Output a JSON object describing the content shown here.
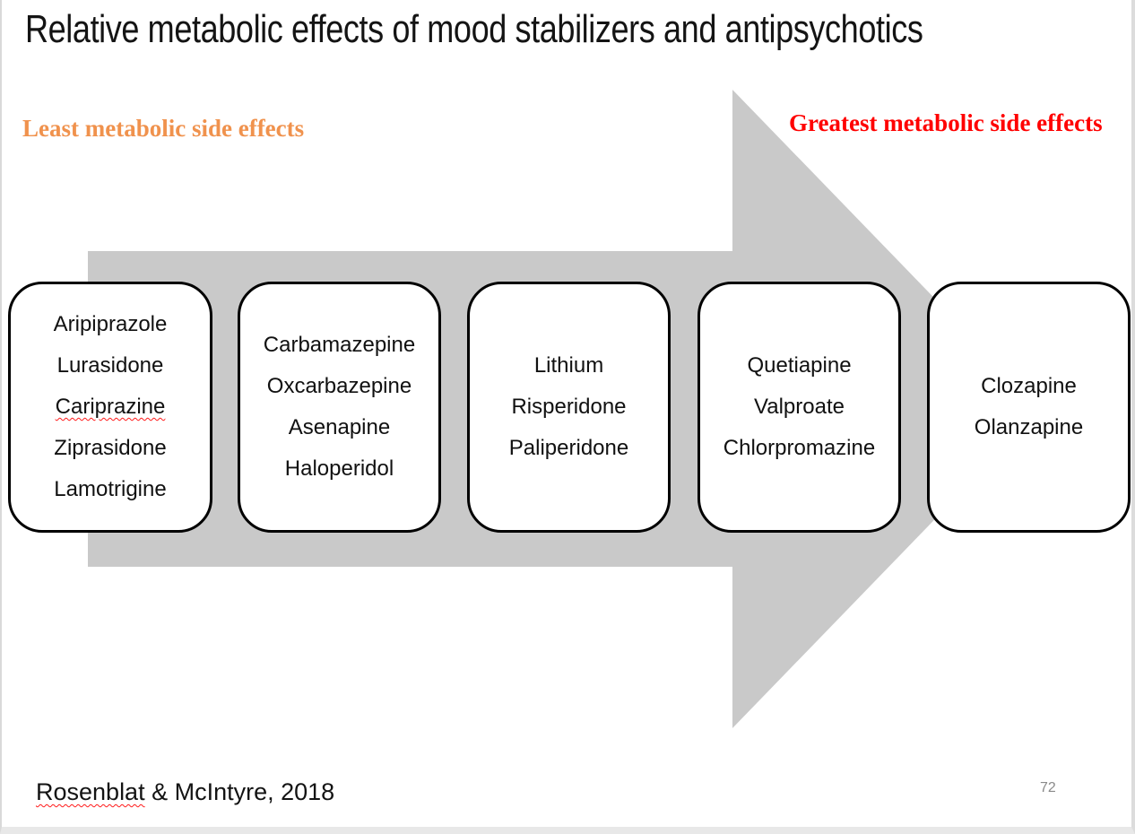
{
  "slide": {
    "title": "Relative metabolic effects of mood stabilizers and antipsychotics",
    "page_number": "72"
  },
  "labels": {
    "least": {
      "text": "Least metabolic side effects",
      "color": "#F0924D"
    },
    "greatest": {
      "text": "Greatest metabolic side effects",
      "color": "#FF0000"
    }
  },
  "arrow": {
    "shape": "right-arrow",
    "color": "#C9C9C9"
  },
  "groups": [
    {
      "drugs": [
        "Aripiprazole",
        "Lurasidone",
        "Cariprazine",
        "Ziprasidone",
        "Lamotrigine"
      ]
    },
    {
      "drugs": [
        "Carbamazepine",
        "Oxcarbazepine",
        "Asenapine",
        "Haloperidol"
      ]
    },
    {
      "drugs": [
        "Lithium",
        "Risperidone",
        "Paliperidone"
      ]
    },
    {
      "drugs": [
        "Quetiapine",
        "Valproate",
        "Chlorpromazine"
      ]
    },
    {
      "drugs": [
        "Clozapine",
        "Olanzapine"
      ]
    }
  ],
  "citation": {
    "parts": [
      {
        "text": "Rosenblat",
        "misspelled": true
      },
      {
        "text": " & McIntyre, 2018",
        "misspelled": false
      }
    ]
  },
  "misspelled_words": [
    "Cariprazine",
    "Rosenblat"
  ]
}
